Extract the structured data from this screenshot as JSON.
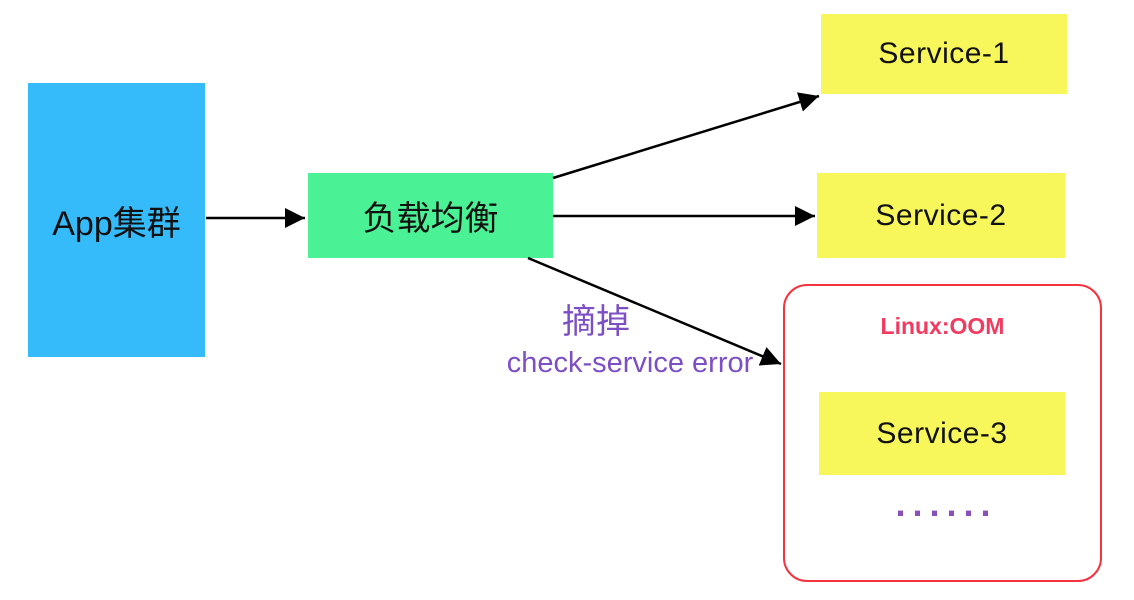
{
  "diagram": {
    "type": "flow-diagram",
    "nodes": {
      "app_cluster": {
        "label": "App集群",
        "fill_color": "#35BAFA"
      },
      "load_balancer": {
        "label": "负载均衡",
        "fill_color": "#4BF295"
      },
      "service_1": {
        "label": "Service-1",
        "fill_color": "#F7F75C"
      },
      "service_2": {
        "label": "Service-2",
        "fill_color": "#F7F75C"
      },
      "service_3": {
        "label": "Service-3",
        "fill_color": "#F7F75C"
      }
    },
    "oom_group": {
      "title": "Linux:OOM",
      "title_color": "#F23B60",
      "border_color": "#F5333E",
      "ellipsis": "......",
      "ellipsis_color": "#8850B8",
      "contains": [
        "Service-3"
      ]
    },
    "annotation": {
      "line1": "摘掉",
      "line2": "check-service error",
      "color": "#7C4FC5"
    },
    "edges": [
      {
        "from": "app_cluster",
        "to": "load_balancer"
      },
      {
        "from": "load_balancer",
        "to": "service_1"
      },
      {
        "from": "load_balancer",
        "to": "service_2"
      },
      {
        "from": "load_balancer",
        "to": "oom_group",
        "note": "摘掉 check-service error"
      }
    ],
    "arrow_color": "#000000"
  }
}
